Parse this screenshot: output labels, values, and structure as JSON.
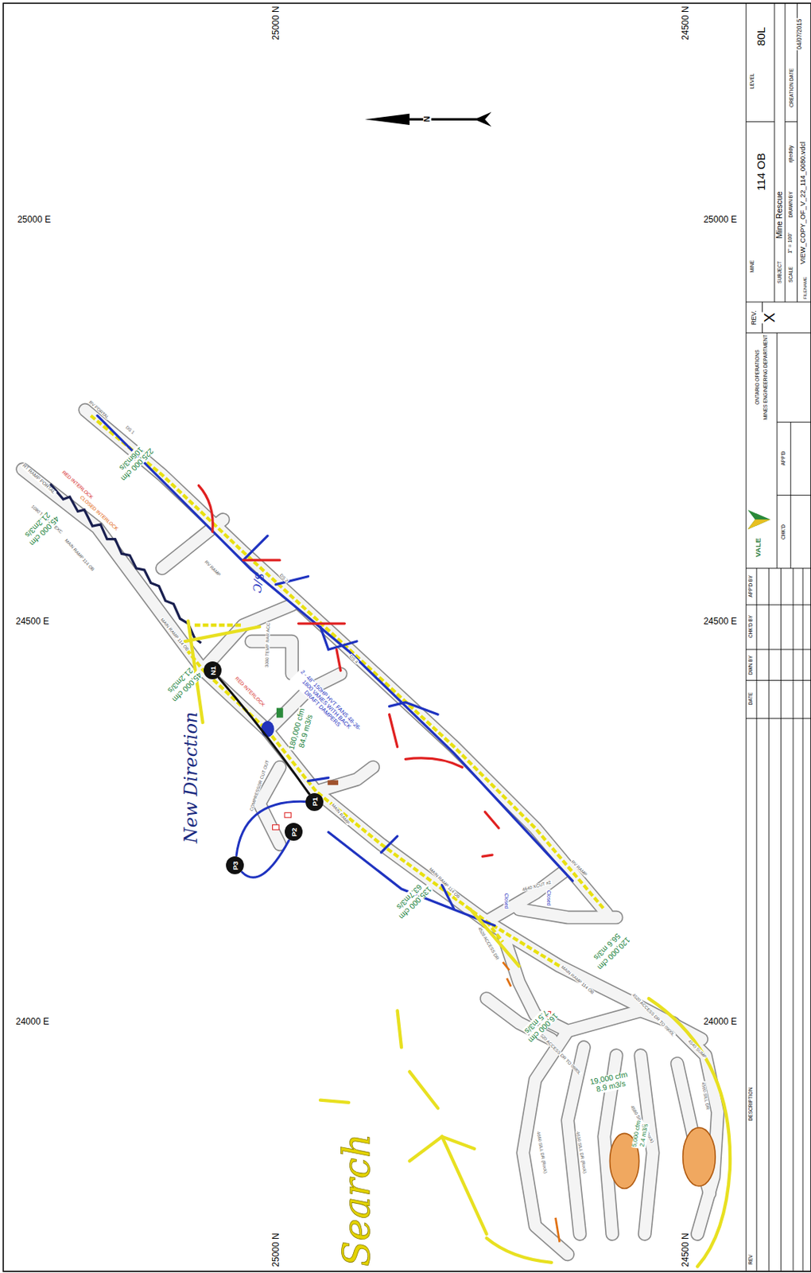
{
  "diagram": {
    "nodes": [
      {
        "text": [
          "N1"
        ]
      },
      {
        "text": [
          "P1"
        ]
      },
      {
        "text": [
          "P2"
        ]
      },
      {
        "text": [
          "P3"
        ]
      }
    ],
    "edges": [
      {
        "from": 0,
        "to": 1,
        "arrow": "none"
      },
      {
        "from": 1,
        "to": 3,
        "arrow": "none"
      },
      {
        "from": 3,
        "to": 2,
        "arrow": "none"
      }
    ],
    "labels": [
      "25000 N",
      "24500 N",
      "25000 E",
      "25000 E",
      "24500 E",
      "24500 E",
      "24000 E",
      "24000 E",
      "25000 N",
      "24500 N",
      "N",
      "80L",
      "LEVEL",
      "04/07/2015",
      "CREATION DATE",
      "114 OB",
      "MINE",
      "rjteddy",
      "DRAWN BY",
      "Mine Rescue",
      "SUBJECT",
      "1\" = 100'",
      "SCALE",
      "VIEW_COPY_OF_V_22_114_0080.vdcl",
      "FILENAME",
      "REV.",
      "X",
      "ONTARIO OPERATIONS",
      "MINES ENGINEERING DEPARTMENT",
      "VALE",
      "APP'D",
      "CHK'D",
      "APP'D BY",
      "CHK'D BY",
      "DWN BY",
      "DATE",
      "DESCRIPTION",
      "REV",
      "RT RAMP PORTAL",
      "1080 TRENCH EXC",
      "RED INTERLOCK",
      "CLOSED INTERLOCK",
      "MAIN RAMP 114 OB",
      "DS 1",
      "RV PORTAL",
      "MAIN RAMP 114 OB",
      "RED INTERLOCK",
      "RV RAMP",
      "DS 2",
      "3000 TEMP RAR ACC",
      "DS 4",
      "2 - 48\" 150HP HVT FANS 48-26-1800 VANES WITH BACK DRAFT DAMPERS",
      "COMPRESSOR CUT OUT",
      "MAIN RAMP",
      "MAIN RAMP 114 OB",
      "4640 XCUT #2",
      "Closed",
      "Closed",
      "RV RAMP",
      "4520 ACCESS DR",
      "MAIN RAMP 114 OB",
      "4520 ACCESS DR TO 0900L",
      "4540 SUMP",
      "4520 ACCESS DR TO 0880L",
      "4660 SILL DR (Rock)",
      "4610 SILL DR (Rock)",
      "4580 SILL DR (Rock)",
      "4560 SILL DR",
      "225,000 cfm",
      "106m3/s",
      "45,000 cfm",
      "21.2m3/s",
      "45,000 cfm",
      "21.2m3/s",
      "180,000 cfm",
      "84.9 m3/s",
      "135,000 cfm",
      "63.7m3/s",
      "120,000 cfm",
      "56.6 m3/s",
      "16,000 cfm",
      "7.5 m3/s",
      "19,000 cfm",
      "8.9 m3/s",
      "5,000 cfm",
      "2.4 m3/s",
      "S/C",
      "New Direction",
      "Search"
    ]
  }
}
